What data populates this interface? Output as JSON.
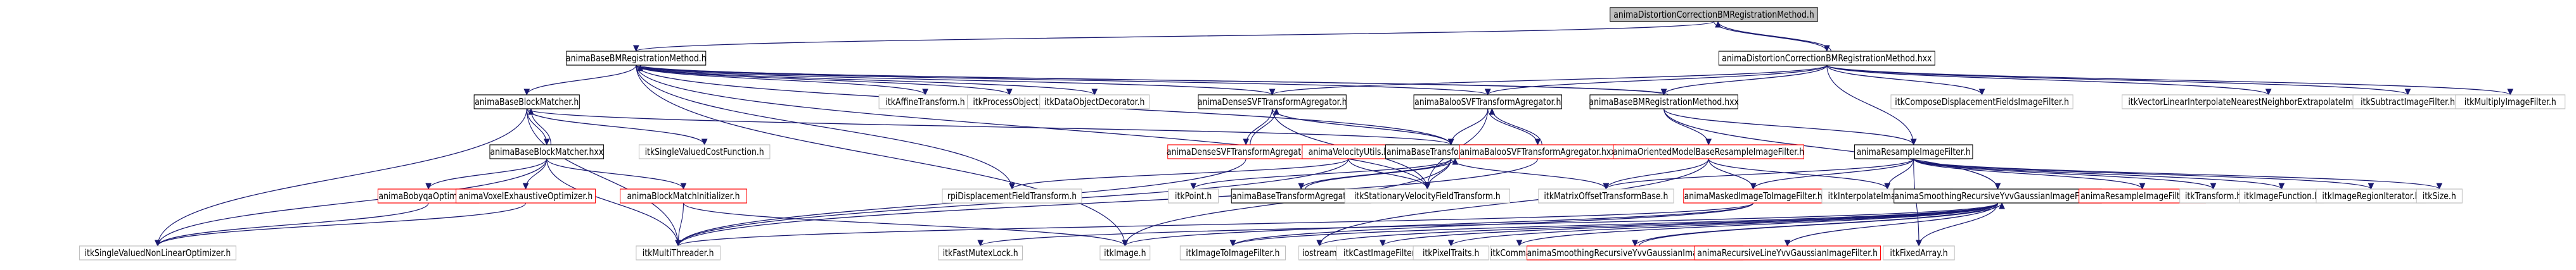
{
  "root": "animaDistortionCorrectionBMRegistrationMethod.h",
  "palette": {
    "edge": "#191970",
    "edge_dim": "#a9a9a9",
    "node_border_default": "#000000",
    "node_border_linked": "#ff0000",
    "node_border_external": "#bfbfbf",
    "node_fill_root": "#bfbfbf",
    "text_default": "#000000",
    "text_external": "#bfbfbf"
  },
  "node_styles": {
    "root": "filled gray box with black border",
    "documented": "white box with black border",
    "undocumented": "white box with red border",
    "external": "white box with light gray border"
  },
  "nodes": [
    {
      "id": "n01",
      "label": "animaDistortionCorrectionBMRegistrationMethod.h",
      "style": "root"
    },
    {
      "id": "n02",
      "label": "animaBaseBMRegistrationMethod.h",
      "style": "documented"
    },
    {
      "id": "n03",
      "label": "animaDistortionCorrectionBMRegistrationMethod.hxx",
      "style": "documented"
    },
    {
      "id": "n04",
      "label": "animaBaseBlockMatcher.h",
      "style": "documented"
    },
    {
      "id": "n05",
      "label": "itkAffineTransform.h",
      "style": "external"
    },
    {
      "id": "n06",
      "label": "itkProcessObject.h",
      "style": "external"
    },
    {
      "id": "n07",
      "label": "itkDataObjectDecorator.h",
      "style": "external"
    },
    {
      "id": "n08",
      "label": "animaDenseSVFTransformAgregator.h",
      "style": "documented"
    },
    {
      "id": "n09",
      "label": "animaBalooSVFTransformAgregator.h",
      "style": "documented"
    },
    {
      "id": "n10",
      "label": "animaBaseBMRegistrationMethod.hxx",
      "style": "documented"
    },
    {
      "id": "n11",
      "label": "itkComposeDisplacementFieldsImageFilter.h",
      "style": "external"
    },
    {
      "id": "n12",
      "label": "itkVectorLinearInterpolateNearestNeighborExtrapolateImageFunction.h",
      "style": "external"
    },
    {
      "id": "n13",
      "label": "itkSubtractImageFilter.h",
      "style": "external"
    },
    {
      "id": "n14",
      "label": "itkMultiplyImageFilter.h",
      "style": "external"
    },
    {
      "id": "n15",
      "label": "animaBaseBlockMatcher.hxx",
      "style": "documented"
    },
    {
      "id": "n16",
      "label": "itkSingleValuedCostFunction.h",
      "style": "external"
    },
    {
      "id": "n17",
      "label": "animaDenseSVFTransformAgregator.hxx",
      "style": "undocumented"
    },
    {
      "id": "n18",
      "label": "animaVelocityUtils.h",
      "style": "undocumented"
    },
    {
      "id": "n19",
      "label": "animaBaseTransformAgregator.h",
      "style": "documented"
    },
    {
      "id": "n20",
      "label": "animaBalooSVFTransformAgregator.hxx",
      "style": "undocumented"
    },
    {
      "id": "n21",
      "label": "animaOrientedModelBaseResampleImageFilter.h",
      "style": "undocumented"
    },
    {
      "id": "n22",
      "label": "animaResampleImageFilter.h",
      "style": "documented"
    },
    {
      "id": "n23",
      "label": "animaBobyqaOptimizer.h",
      "style": "undocumented"
    },
    {
      "id": "n24",
      "label": "animaVoxelExhaustiveOptimizer.h",
      "style": "undocumented"
    },
    {
      "id": "n25",
      "label": "animaBlockMatchInitializer.h",
      "style": "undocumented"
    },
    {
      "id": "n26",
      "label": "rpiDisplacementFieldTransform.h",
      "style": "external"
    },
    {
      "id": "n27",
      "label": "itkPoint.h",
      "style": "external"
    },
    {
      "id": "n28",
      "label": "animaBaseTransformAgregator.hxx",
      "style": "documented"
    },
    {
      "id": "n29",
      "label": "itkStationaryVelocityFieldTransform.h",
      "style": "external"
    },
    {
      "id": "n30",
      "label": "itkMatrixOffsetTransformBase.h",
      "style": "external"
    },
    {
      "id": "n31",
      "label": "animaMaskedImageToImageFilter.h",
      "style": "undocumented"
    },
    {
      "id": "n32",
      "label": "itkInterpolateImageFunction.h",
      "style": "external"
    },
    {
      "id": "n33",
      "label": "animaSmoothingRecursiveYvvGaussianImageFilter.h",
      "style": "documented"
    },
    {
      "id": "n34",
      "label": "animaResampleImageFilter.hxx",
      "style": "undocumented"
    },
    {
      "id": "n35",
      "label": "itkTransform.h",
      "style": "external"
    },
    {
      "id": "n36",
      "label": "itkImageFunction.h",
      "style": "external"
    },
    {
      "id": "n37",
      "label": "itkImageRegionIterator.h",
      "style": "external"
    },
    {
      "id": "n38",
      "label": "itkSize.h",
      "style": "external"
    },
    {
      "id": "n39",
      "label": "itkSingleValuedNonLinearOptimizer.h",
      "style": "external"
    },
    {
      "id": "n40",
      "label": "itkMultiThreader.h",
      "style": "external"
    },
    {
      "id": "n41",
      "label": "itkFastMutexLock.h",
      "style": "external"
    },
    {
      "id": "n42",
      "label": "itkImage.h",
      "style": "external"
    },
    {
      "id": "n43",
      "label": "itkImageToImageFilter.h",
      "style": "external"
    },
    {
      "id": "n44",
      "label": "iostream",
      "style": "external"
    },
    {
      "id": "n45",
      "label": "itkCastImageFilter.h",
      "style": "external"
    },
    {
      "id": "n46",
      "label": "itkPixelTraits.h",
      "style": "external"
    },
    {
      "id": "n47",
      "label": "itkCommand.h",
      "style": "external"
    },
    {
      "id": "n48",
      "label": "animaSmoothingRecursiveYvvGaussianImageFilter.hxx",
      "style": "undocumented"
    },
    {
      "id": "n49",
      "label": "animaRecursiveLineYvvGaussianImageFilter.h",
      "style": "undocumented"
    },
    {
      "id": "n50",
      "label": "itkFixedArray.h",
      "style": "external"
    }
  ],
  "edges": [
    [
      "n01",
      "n02"
    ],
    [
      "n01",
      "n03"
    ],
    [
      "n02",
      "n04"
    ],
    [
      "n02",
      "n05"
    ],
    [
      "n02",
      "n06"
    ],
    [
      "n02",
      "n07"
    ],
    [
      "n02",
      "n08"
    ],
    [
      "n02",
      "n09"
    ],
    [
      "n02",
      "n10"
    ],
    [
      "n02",
      "n19"
    ],
    [
      "n02",
      "n26"
    ],
    [
      "n02",
      "n29"
    ],
    [
      "n02",
      "n42"
    ],
    [
      "n03",
      "n01"
    ],
    [
      "n03",
      "n08"
    ],
    [
      "n03",
      "n09"
    ],
    [
      "n03",
      "n10"
    ],
    [
      "n03",
      "n11"
    ],
    [
      "n03",
      "n12"
    ],
    [
      "n03",
      "n13"
    ],
    [
      "n03",
      "n14"
    ],
    [
      "n03",
      "n22"
    ],
    [
      "n04",
      "n15"
    ],
    [
      "n04",
      "n16"
    ],
    [
      "n04",
      "n19"
    ],
    [
      "n04",
      "n39"
    ],
    [
      "n04",
      "n40"
    ],
    [
      "n15",
      "n04"
    ],
    [
      "n15",
      "n23"
    ],
    [
      "n15",
      "n24"
    ],
    [
      "n15",
      "n25"
    ],
    [
      "n15",
      "n39"
    ],
    [
      "n15",
      "n40"
    ],
    [
      "n08",
      "n17"
    ],
    [
      "n08",
      "n19"
    ],
    [
      "n08",
      "n29"
    ],
    [
      "n17",
      "n08"
    ],
    [
      "n17",
      "n18"
    ],
    [
      "n17",
      "n40"
    ],
    [
      "n09",
      "n20"
    ],
    [
      "n09",
      "n19"
    ],
    [
      "n09",
      "n29"
    ],
    [
      "n20",
      "n09"
    ],
    [
      "n20",
      "n40"
    ],
    [
      "n10",
      "n02"
    ],
    [
      "n10",
      "n21"
    ],
    [
      "n10",
      "n22"
    ],
    [
      "n10",
      "n33"
    ],
    [
      "n18",
      "n26"
    ],
    [
      "n18",
      "n29"
    ],
    [
      "n18",
      "n40"
    ],
    [
      "n19",
      "n27"
    ],
    [
      "n19",
      "n28"
    ],
    [
      "n19",
      "n29"
    ],
    [
      "n19",
      "n30"
    ],
    [
      "n19",
      "n42"
    ],
    [
      "n28",
      "n19"
    ],
    [
      "n21",
      "n30"
    ],
    [
      "n21",
      "n31"
    ],
    [
      "n21",
      "n32"
    ],
    [
      "n21",
      "n44"
    ],
    [
      "n22",
      "n30"
    ],
    [
      "n22",
      "n31"
    ],
    [
      "n22",
      "n32"
    ],
    [
      "n22",
      "n34"
    ],
    [
      "n22",
      "n35"
    ],
    [
      "n22",
      "n36"
    ],
    [
      "n22",
      "n37"
    ],
    [
      "n22",
      "n38"
    ],
    [
      "n22",
      "n50"
    ],
    [
      "n23",
      "n39"
    ],
    [
      "n24",
      "n39"
    ],
    [
      "n25",
      "n40"
    ],
    [
      "n25",
      "n42"
    ],
    [
      "n31",
      "n40"
    ],
    [
      "n31",
      "n42"
    ],
    [
      "n31",
      "n43"
    ],
    [
      "n33",
      "n41"
    ],
    [
      "n33",
      "n43"
    ],
    [
      "n33",
      "n44"
    ],
    [
      "n33",
      "n45"
    ],
    [
      "n33",
      "n46"
    ],
    [
      "n33",
      "n47"
    ],
    [
      "n33",
      "n48"
    ],
    [
      "n33",
      "n49"
    ],
    [
      "n33",
      "n50"
    ],
    [
      "n48",
      "n33"
    ]
  ]
}
